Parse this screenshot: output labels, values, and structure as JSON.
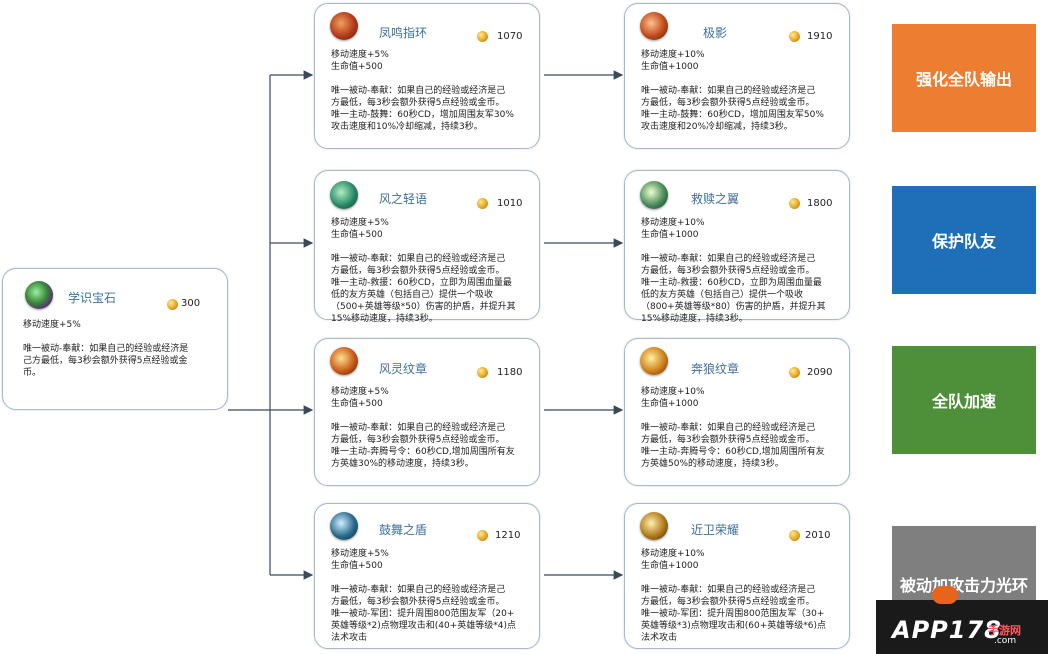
{
  "root": {
    "name": "学识宝石",
    "price": "300",
    "lines": [
      "移动速度+5%",
      "",
      "唯一被动-奉献：如果自己的经验或经济是",
      "己方最低，每3秒会额外获得5点经验或金",
      "币。"
    ]
  },
  "tier2": [
    {
      "name": "凤鸣指环",
      "price": "1070",
      "lines": [
        "移动速度+5%",
        "生命值+500",
        "",
        "唯一被动-奉献：如果自己的经验或经济是己",
        "方最低，每3秒会额外获得5点经验或金币。",
        "唯一主动-鼓舞：60秒CD，增加周围友军30%",
        "攻击速度和10%冷却缩减，持续3秒。"
      ]
    },
    {
      "name": "风之轻语",
      "price": "1010",
      "lines": [
        "移动速度+5%",
        "生命值+500",
        "",
        "唯一被动-奉献：如果自己的经验或经济是己",
        "方最低，每3秒会额外获得5点经验或金币。",
        "唯一主动-救援：60秒CD，立即为周围血量最",
        "低的友方英雄（包括自己）提供一个吸收",
        "（500+英雄等级*50）伤害的护盾，并提升其",
        "15%移动速度，持续3秒。"
      ]
    },
    {
      "name": "风灵纹章",
      "price": "1180",
      "lines": [
        "移动速度+5%",
        "生命值+500",
        "",
        "唯一被动-奉献：如果自己的经验或经济是己",
        "方最低，每3秒会额外获得5点经验或金币。",
        "唯一主动-奔腾号令：60秒CD,增加周围所有友",
        "方英雄30%的移动速度，持续3秒。"
      ]
    },
    {
      "name": "鼓舞之盾",
      "price": "1210",
      "lines": [
        "移动速度+5%",
        "生命值+500",
        "",
        "唯一被动-奉献：如果自己的经验或经济是己",
        "方最低，每3秒会额外获得5点经验或金币。",
        "唯一被动-军团：提升周围800范围友军（20+",
        "英雄等级*2)点物理攻击和(40+英雄等级*4)点",
        "法术攻击"
      ]
    }
  ],
  "tier3": [
    {
      "name": "极影",
      "price": "1910",
      "lines": [
        "移动速度+10%",
        "生命值+1000",
        "",
        "唯一被动-奉献：如果自己的经验或经济是己",
        "方最低，每3秒会额外获得5点经验或金币。",
        "唯一主动-鼓舞：60秒CD，增加周围友军50%",
        "攻击速度和20%冷却缩减，持续3秒。"
      ]
    },
    {
      "name": "救赎之翼",
      "price": "1800",
      "lines": [
        "移动速度+10%",
        "生命值+1000",
        "",
        "唯一被动-奉献：如果自己的经验或经济是己",
        "方最低，每3秒会额外获得5点经验或金币。",
        "唯一主动-救援：60秒CD，立即为周围血量最",
        "低的友方英雄（包括自己）提供一个吸收",
        "（800+英雄等级*80）伤害的护盾，并提升其",
        "15%移动速度，持续3秒。"
      ]
    },
    {
      "name": "奔狼纹章",
      "price": "2090",
      "lines": [
        "移动速度+10%",
        "生命值+1000",
        "",
        "唯一被动-奉献：如果自己的经验或经济是己",
        "方最低，每3秒会额外获得5点经验或金币。",
        "唯一主动-奔腾号令：60秒CD,增加周围所有友",
        "方英雄50%的移动速度，持续3秒。"
      ]
    },
    {
      "name": "近卫荣耀",
      "price": "2010",
      "lines": [
        "移动速度+10%",
        "生命值+1000",
        "",
        "唯一被动-奉献：如果自己的经验或经济是己",
        "方最低，每3秒会额外获得5点经验或金币。",
        "唯一被动-军团：提升周围800范围友军（30+",
        "英雄等级*3)点物理攻击和(60+英雄等级*6)点",
        "法术攻击"
      ]
    }
  ],
  "categories": [
    {
      "label": "强化全队输出",
      "color": "#ec7d31"
    },
    {
      "label": "保护队友",
      "color": "#1f6fb8"
    },
    {
      "label": "全队加速",
      "color": "#4e8f3a"
    },
    {
      "label": "被动加攻击力光环",
      "color": "#7f7f7f"
    }
  ],
  "watermark": {
    "text": "APP178",
    "sub": "手游网",
    "sub2": ".com"
  }
}
